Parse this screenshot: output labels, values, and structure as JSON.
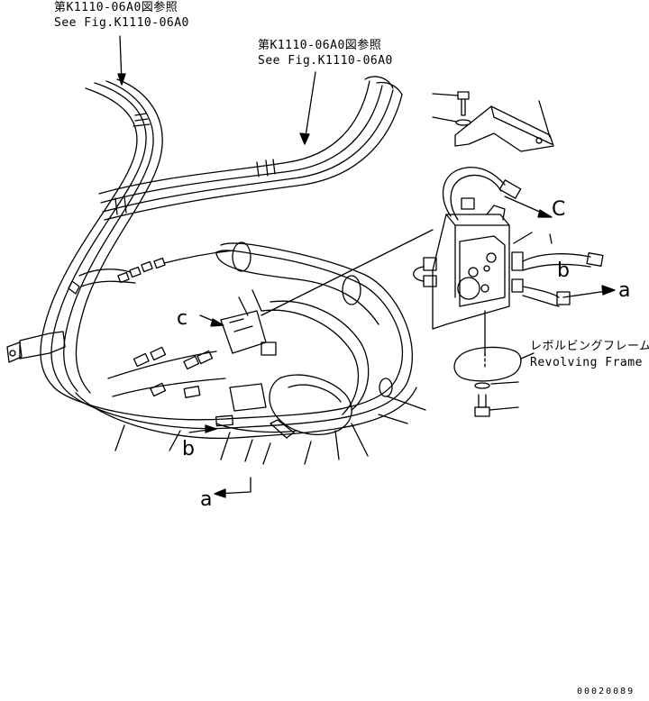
{
  "references": {
    "ref_top_jp": "第K1110-06A0図参照",
    "ref_top_en": "See Fig.K1110-06A0",
    "ref_mid_jp": "第K1110-06A0図参照",
    "ref_mid_en": "See Fig.K1110-06A0"
  },
  "callouts": {
    "c_left": "c",
    "c_right": "C",
    "b_left": "b",
    "b_right": "b",
    "a_right": "a",
    "a_bottom": "a"
  },
  "revolving_frame": {
    "label_jp": "レボルビングフレーム",
    "label_en": "Revolving Frame"
  },
  "drawing_code": "00020089"
}
